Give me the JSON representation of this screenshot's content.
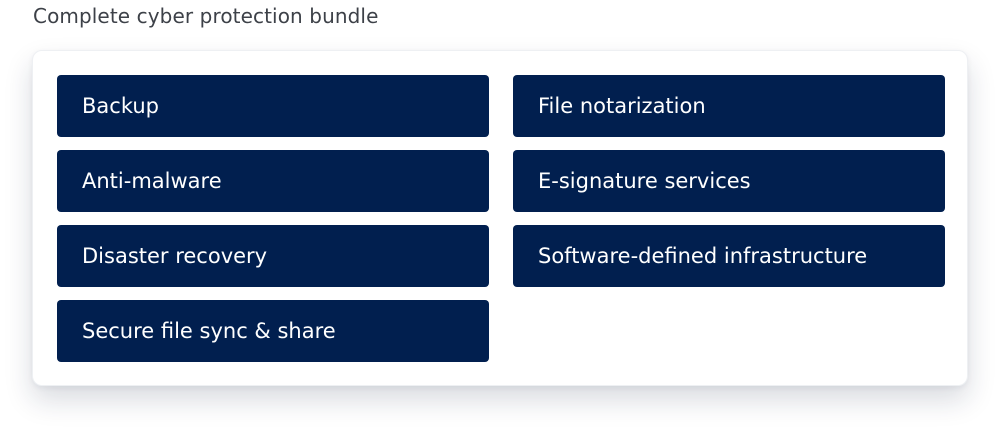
{
  "section": {
    "title": "Complete cyber protection bundle"
  },
  "features": {
    "left": [
      "Backup",
      "Anti-malware",
      "Disaster recovery",
      "Secure file sync & share"
    ],
    "right": [
      "File notarization",
      "E-signature services",
      "Software-defined infrastructure"
    ]
  },
  "colors": {
    "tile_background": "#011f4f",
    "tile_text": "#ffffff",
    "title_text": "#3d4148"
  }
}
